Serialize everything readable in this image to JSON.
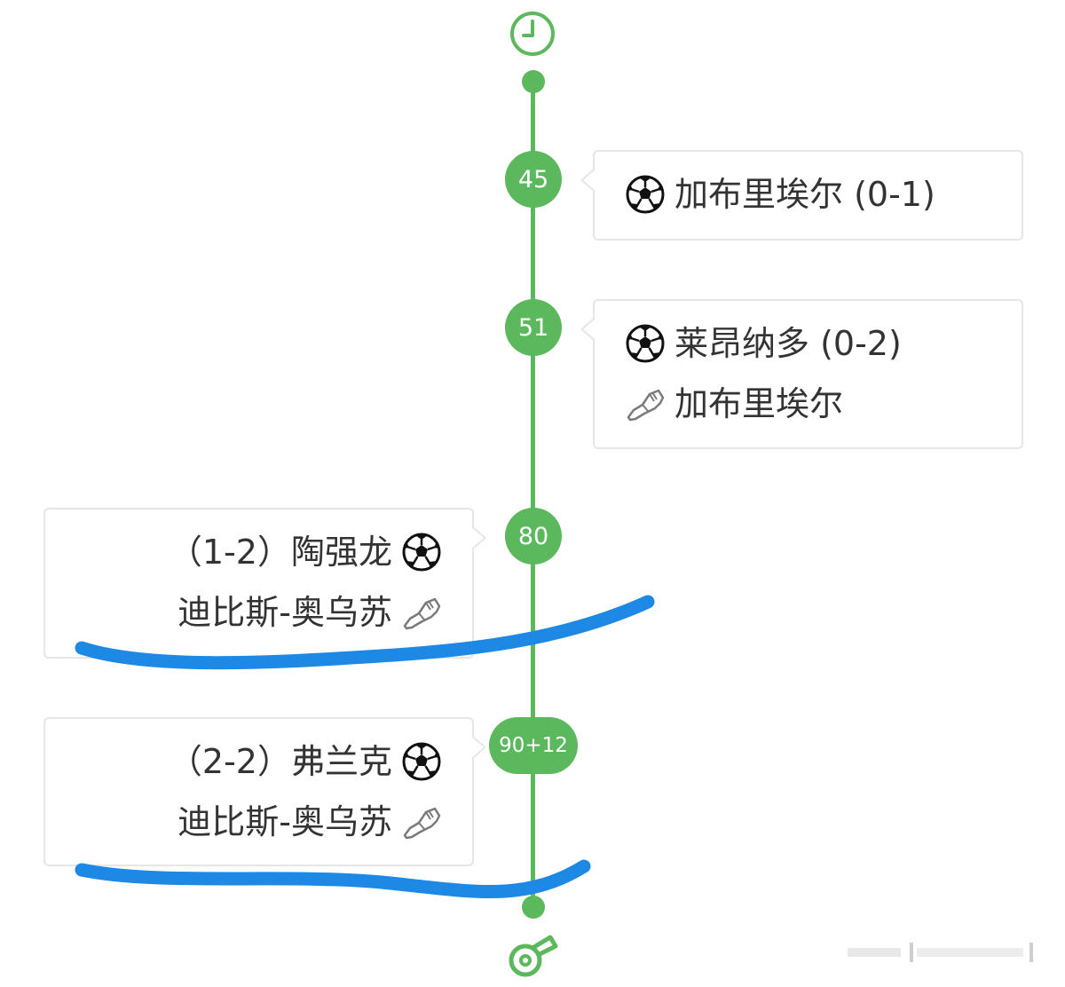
{
  "timeline": {
    "start_icon": "clock-icon",
    "end_icon": "whistle-icon",
    "accent_color": "#5cb85c",
    "annotation_color": "#1e88e5"
  },
  "events": [
    {
      "minute": "45",
      "side": "right",
      "rows": [
        {
          "icon": "soccer-ball-icon",
          "text": "加布里埃尔 (0-1)"
        }
      ]
    },
    {
      "minute": "51",
      "side": "right",
      "rows": [
        {
          "icon": "soccer-ball-icon",
          "text": "莱昂纳多 (0-2)"
        },
        {
          "icon": "boot-icon",
          "text": "加布里埃尔"
        }
      ]
    },
    {
      "minute": "80",
      "side": "left",
      "rows": [
        {
          "icon": "soccer-ball-icon",
          "text": "（1-2）陶强龙"
        },
        {
          "icon": "boot-icon",
          "text": "迪比斯-奥乌苏"
        }
      ]
    },
    {
      "minute": "90+12",
      "side": "left",
      "rows": [
        {
          "icon": "soccer-ball-icon",
          "text": "（2-2）弗兰克"
        },
        {
          "icon": "boot-icon",
          "text": "迪比斯-奥乌苏"
        }
      ]
    }
  ]
}
